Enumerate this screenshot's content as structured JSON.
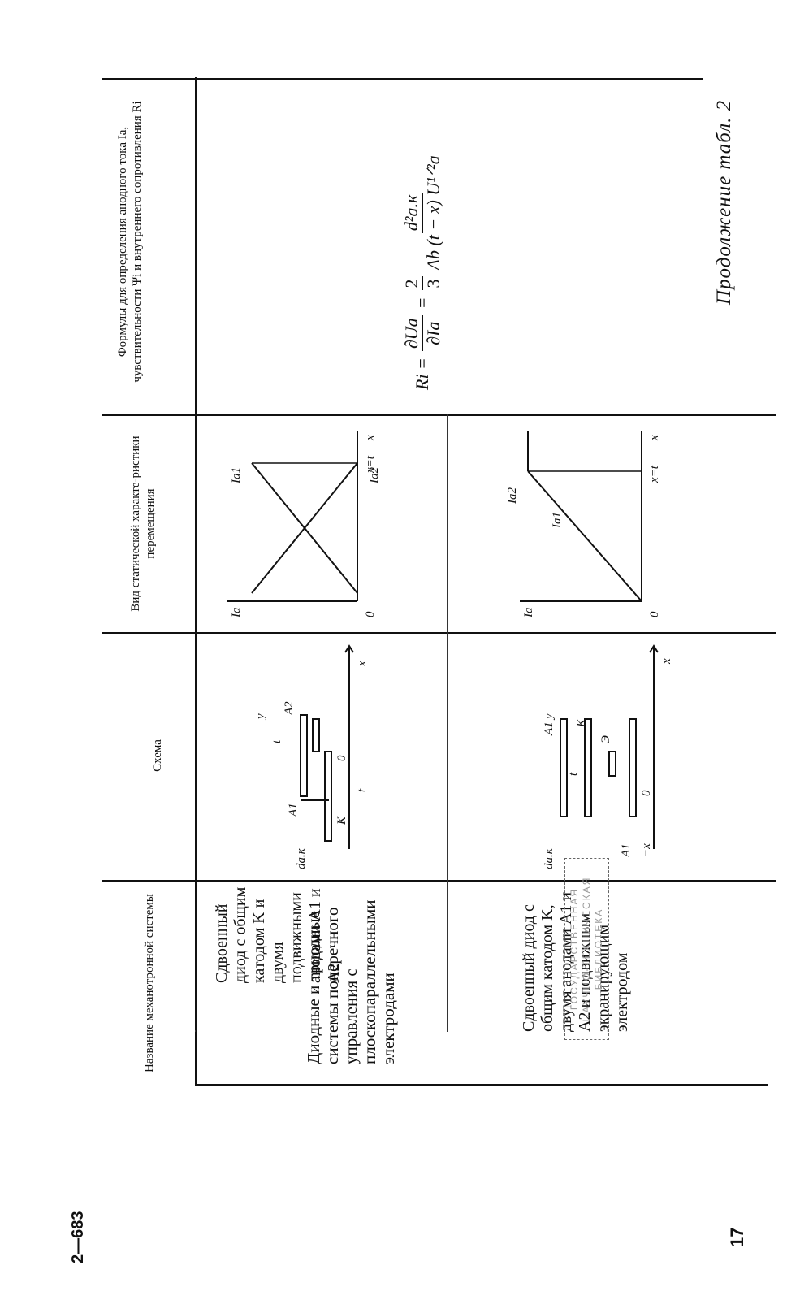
{
  "page": {
    "caption": "Продолжение табл. 2",
    "sheet_code": "2—683",
    "page_number": "17",
    "stamp_text": [
      "ГОСУДАРСТВЕННАЯ",
      "НАУЧНО-ТЕХНИЧЕСКАЯ",
      "БИБЛИОТЕКА"
    ]
  },
  "table": {
    "headers": {
      "name": "Название механотронной системы",
      "scheme": "Схема",
      "characteristic": "Вид статической характе-ристики перемещения",
      "formulas": "Формулы для определения анодного тока Ia, чувствительности Ψi и внутреннего сопротивления Ri"
    },
    "group_name": "Диодные и триодные системы поперечного управления с плоскопараллельными электродами",
    "rows": [
      {
        "name": "Сдвоенный диод с общим катодом K и двумя подвижными анодами A1 и A2",
        "scheme_labels": {
          "y": "y",
          "t": "t",
          "x": "x",
          "a2": "A2",
          "a1": "A1",
          "k": "K",
          "zero": "0",
          "dak": "dа.к",
          "tt": "t"
        },
        "chart_labels": {
          "ia": "Iа",
          "ia1": "Iа1",
          "ia2": "Iа2",
          "zero": "0",
          "x": "x",
          "xt": "x=t"
        }
      },
      {
        "name": "Сдвоенный диод с общим катодом K, двумя анодами A1 и A2 и подвижным экранирующим электродом",
        "scheme_labels": {
          "y": "y",
          "a1": "A1",
          "k": "K",
          "e": "Э",
          "t": "t",
          "x": "x",
          "zero": "0",
          "dak": "dа.к",
          "a1b": "A1",
          "mx": "−x"
        },
        "chart_labels": {
          "ia": "Iа",
          "ia1": "Iа1",
          "ia2": "Iа2",
          "zero": "0",
          "x": "x",
          "xt": "x=t"
        }
      }
    ],
    "formula": {
      "lhs": "Ri =",
      "d1_num": "∂Uа",
      "d1_den": "∂Iа",
      "eq": "=",
      "c_num": "2",
      "c_den": "3",
      "f_num": "d²а.к",
      "f_den": "Ab (t − x) U¹ᐟ²а"
    }
  }
}
